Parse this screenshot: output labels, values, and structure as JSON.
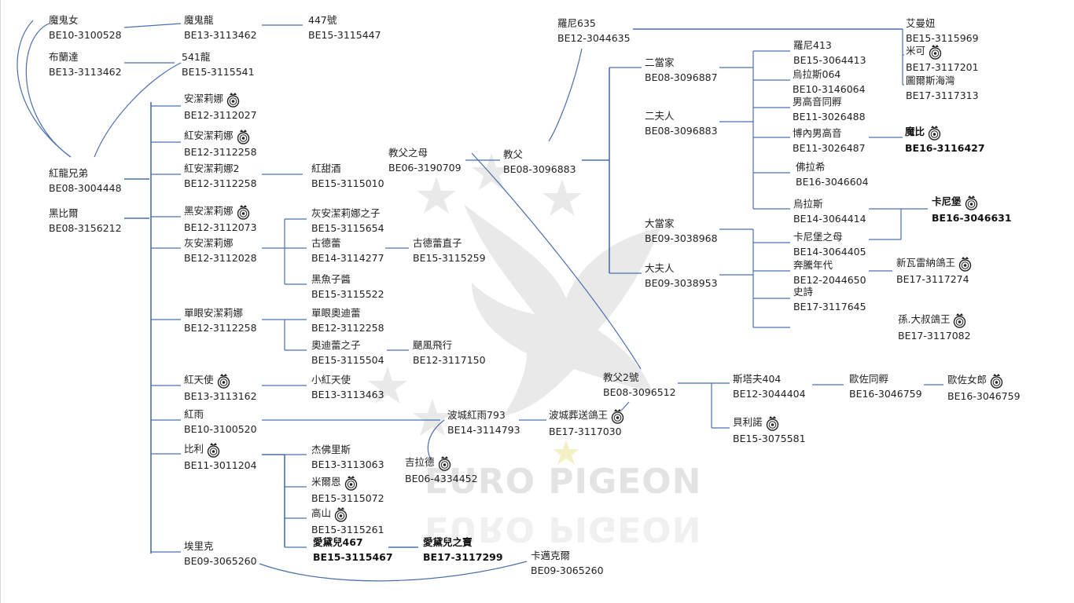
{
  "watermark": {
    "line1": "EURO PIGEON",
    "line2": "EURO PIGEON"
  },
  "colors": {
    "line": "#4a6fb0",
    "text": "#222222",
    "watermark": "#e6e6e6"
  },
  "icons": {
    "medal": "medal-icon"
  },
  "nodes": [
    {
      "key": "mokyunu",
      "name": "魔鬼女",
      "id": "BE10-3100528"
    },
    {
      "key": "mokyuryu",
      "name": "魔鬼龍",
      "id": "BE13-3113462"
    },
    {
      "key": "n447",
      "name": "447號",
      "id": "BE15-3115447"
    },
    {
      "key": "bulanda",
      "name": "布蘭達",
      "id": "BE13-3113462"
    },
    {
      "key": "n541",
      "name": "541龍",
      "id": "BE15-3115541"
    },
    {
      "key": "hongryu",
      "name": "紅龍兄弟",
      "id": "BE08-3004448"
    },
    {
      "key": "heibier",
      "name": "黑比爾",
      "id": "BE08-3156212"
    },
    {
      "key": "anjie",
      "name": "安潔莉娜",
      "id": "BE12-3112027",
      "medal": true
    },
    {
      "key": "hongan",
      "name": "紅安潔莉娜",
      "id": "BE12-3112258",
      "medal": true
    },
    {
      "key": "hongan2",
      "name": "紅安潔莉娜2",
      "id": "BE12-3112258"
    },
    {
      "key": "hongtian",
      "name": "紅甜酒",
      "id": "BE15-3115010"
    },
    {
      "key": "heian",
      "name": "黑安潔莉娜",
      "id": "BE12-3112073",
      "medal": true
    },
    {
      "key": "huian",
      "name": "灰安潔莉娜",
      "id": "BE12-3112028"
    },
    {
      "key": "huianzi",
      "name": "灰安潔莉娜之子",
      "id": "BE15-3115654"
    },
    {
      "key": "gudelei",
      "name": "古德蕾",
      "id": "BE14-3114277"
    },
    {
      "key": "gudeleizhi",
      "name": "古德蕾直子",
      "id": "BE15-3115259"
    },
    {
      "key": "heiyuzi",
      "name": "黑魚子醬",
      "id": "BE15-3115522"
    },
    {
      "key": "danyanan",
      "name": "單眼安潔莉娜",
      "id": "BE12-3112258"
    },
    {
      "key": "danyanao",
      "name": "單眼奧迪蕾",
      "id": "BE12-3112258"
    },
    {
      "key": "aodi",
      "name": "奧迪蕾之子",
      "id": "BE15-3115504"
    },
    {
      "key": "jufeng",
      "name": "颶風飛行",
      "id": "BE12-3117150"
    },
    {
      "key": "hongtianshi",
      "name": "紅天使",
      "id": "BE13-3113162",
      "medal": true
    },
    {
      "key": "xiaohong",
      "name": "小紅天使",
      "id": "BE13-3113463"
    },
    {
      "key": "hongyu",
      "name": "紅雨",
      "id": "BE10-3100520"
    },
    {
      "key": "bili",
      "name": "比利",
      "id": "BE11-3011204",
      "medal": true
    },
    {
      "key": "jiefo",
      "name": "杰佛里斯",
      "id": "BE13-3113063"
    },
    {
      "key": "mierden",
      "name": "米爾恩",
      "id": "BE15-3115072",
      "medal": true
    },
    {
      "key": "gaoshan",
      "name": "高山",
      "id": "BE15-3115261",
      "medal": true
    },
    {
      "key": "aidaier",
      "name": "愛黛兒467",
      "id": "BE15-3115467",
      "bold": true
    },
    {
      "key": "aidaierzhi",
      "name": "愛黛兒之寶",
      "id": "BE17-3117299",
      "bold": true
    },
    {
      "key": "aili",
      "name": "埃里克",
      "id": "BE09-3065260"
    },
    {
      "key": "kashike",
      "name": "卡邁克爾",
      "id": "BE09-3065260"
    },
    {
      "key": "jiaofuzhimu",
      "name": "教父之母",
      "id": "BE06-3190709"
    },
    {
      "key": "jiaofu",
      "name": "教父",
      "id": "BE08-3096883"
    },
    {
      "key": "boche",
      "name": "波城紅雨793",
      "id": "BE14-3114793"
    },
    {
      "key": "bochengzang",
      "name": "波城葬送鴿王",
      "id": "BE17-3117030",
      "medal": true
    },
    {
      "key": "jilade",
      "name": "吉拉德",
      "id": "BE06-4334452",
      "medal": true
    },
    {
      "key": "luoni635",
      "name": "羅尼635",
      "id": "BE12-3044635"
    },
    {
      "key": "erdangjia",
      "name": "二當家",
      "id": "BE08-3096887"
    },
    {
      "key": "luoni413",
      "name": "羅尼413",
      "id": "BE15-3064413"
    },
    {
      "key": "wulasi064",
      "name": "烏拉斯064",
      "id": "BE10-3146064"
    },
    {
      "key": "nangao",
      "name": "男高音同孵",
      "id": "BE11-3026488"
    },
    {
      "key": "erfuren",
      "name": "二夫人",
      "id": "BE08-3096883"
    },
    {
      "key": "bonei",
      "name": "博內男高音",
      "id": "BE11-3026487"
    },
    {
      "key": "mobi",
      "name": "魔比",
      "id": "BE16-3116427",
      "bold": true,
      "medal": true
    },
    {
      "key": "folaxi",
      "name": "佛拉希",
      "id": "BE16-3046604"
    },
    {
      "key": "wulasi",
      "name": "烏拉斯",
      "id": "BE14-3064414"
    },
    {
      "key": "kanibao",
      "name": "卡尼堡",
      "id": "BE16-3046631",
      "bold": true,
      "medal": true
    },
    {
      "key": "dadangjia",
      "name": "大當家",
      "id": "BE09-3038968"
    },
    {
      "key": "kanibaozhimu",
      "name": "卡尼堡之母",
      "id": "BE14-3064405"
    },
    {
      "key": "benteng",
      "name": "奔騰年代",
      "id": "BE12-2044650"
    },
    {
      "key": "xinwa",
      "name": "新瓦雷納鴿王",
      "id": "BE17-3117274",
      "medal": true
    },
    {
      "key": "dafuren",
      "name": "大夫人",
      "id": "BE09-3038953"
    },
    {
      "key": "shishi",
      "name": "史詩",
      "id": "BE17-3117645"
    },
    {
      "key": "sundashu",
      "name": "孫.大叔鴿王",
      "id": "BE17-3117082",
      "medal": true
    },
    {
      "key": "aimanniu",
      "name": "艾曼妞",
      "id": "BE15-3115969"
    },
    {
      "key": "mike",
      "name": "米可",
      "id": "BE17-3117201",
      "medal": true
    },
    {
      "key": "tuersi",
      "name": "圖爾斯海灣",
      "id": "BE17-3117313"
    },
    {
      "key": "jiaofu2",
      "name": "教父2號",
      "id": "BE08-3096512"
    },
    {
      "key": "sitafu",
      "name": "斯塔夫404",
      "id": "BE12-3044404"
    },
    {
      "key": "ouzuo",
      "name": "歐佐同孵",
      "id": "BE16-3046759"
    },
    {
      "key": "ouzuonv",
      "name": "歐佐女郎",
      "id": "BE16-3046759",
      "medal": true
    },
    {
      "key": "beilinuo",
      "name": "貝利諾",
      "id": "BE15-3075581",
      "medal": true
    }
  ]
}
